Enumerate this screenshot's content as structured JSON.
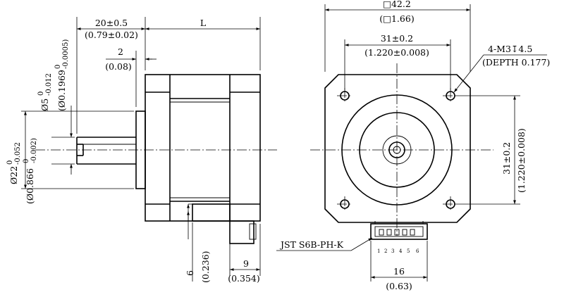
{
  "side_view": {
    "flange_dim": "20±0.5",
    "flange_dim_in": "(0.79±0.02)",
    "length_dim": "L",
    "boss_dim": "2",
    "boss_dim_in": "(0.08)",
    "shaft_dia": "Ø5",
    "shaft_dia_tol_top": "0",
    "shaft_dia_tol_bot": "-0.012",
    "shaft_dia_in": "(Ø0.1969",
    "shaft_dia_in_tol_top": "0",
    "shaft_dia_in_tol_bot": "-0.0005)",
    "pilot_dia": "Ø22",
    "pilot_dia_tol_top": "0",
    "pilot_dia_tol_bot": "-0.052",
    "pilot_dia_in": "(Ø0.866",
    "pilot_dia_in_tol_top": "0",
    "pilot_dia_in_tol_bot": "-0.002)",
    "conn_offset": "6",
    "conn_offset_in": "(0.236)",
    "conn_width": "9",
    "conn_width_in": "(0.354)"
  },
  "front_view": {
    "body_size": "□42.2",
    "body_size_in": "(□1.66)",
    "hole_spacing_h": "31±0.2",
    "hole_spacing_h_in": "(1.220±0.008)",
    "hole_spacing_v": "31±0.2",
    "hole_spacing_v_in": "(1.220±0.008)",
    "mount_holes": "4-M3↧4.5",
    "mount_holes_depth": "(DEPTH 0.177)",
    "connector": "JST S6B-PH-K",
    "pins": [
      "1",
      "2",
      "3",
      "4",
      "5",
      "6"
    ],
    "connector_width": "16",
    "connector_width_in": "(0.63)"
  }
}
